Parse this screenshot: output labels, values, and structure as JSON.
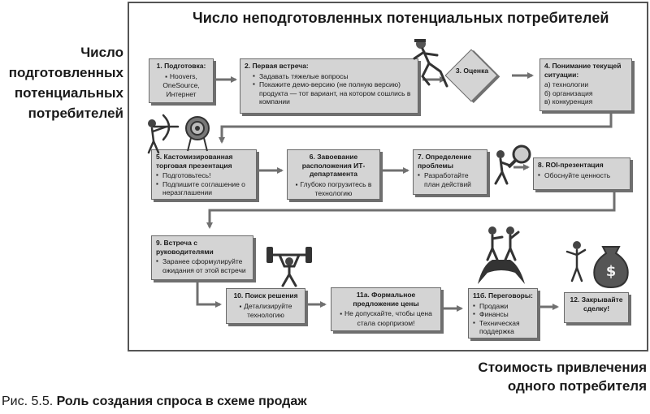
{
  "titles": {
    "top": "Число неподготовленных потенциальных потребителей",
    "left": [
      "Число",
      "подготовленных",
      "потенциальных",
      "потребителей"
    ],
    "bottom": [
      "Стоимость привлечения",
      "одного потребителя"
    ]
  },
  "caption": {
    "prefix": "Рис. 5.5.",
    "text": "Роль создания спроса в схеме продаж"
  },
  "steps": {
    "s1": {
      "title": "1. Подготовка:",
      "items": [
        "Hoovers, OneSource, Интернет"
      ]
    },
    "s2": {
      "title": "2. Первая встреча:",
      "items": [
        "Задавать тяжелые вопросы",
        "Покажите демо-версию (не полную версию) продукта — тот вариант, на котором сошлись в компании"
      ]
    },
    "s3": {
      "title": "3. Оценка"
    },
    "s4": {
      "title": "4. Понимание текущей ситуации:",
      "lines": [
        "а) технологии",
        "б) организация",
        "в) конкуренция"
      ]
    },
    "s5": {
      "title": "5. Кастомизированная торговая презентация",
      "items": [
        "Подготовьтесь!",
        "Подпишите соглашение о неразглашении"
      ]
    },
    "s6": {
      "title": "6. Завоевание расположения ИТ-департамента",
      "items": [
        "Глубоко погрузитесь в технологию"
      ]
    },
    "s7": {
      "title": "7. Определение проблемы",
      "items": [
        "Разработайте план действий"
      ]
    },
    "s8": {
      "title": "8. ROI-презентация",
      "items": [
        "Обоснуйте ценность"
      ]
    },
    "s9": {
      "title": "9. Встреча с руководителями",
      "items": [
        "Заранее сформулируйте ожидания от этой встречи"
      ]
    },
    "s10": {
      "title": "10. Поиск решения",
      "items": [
        "Детализируйте технологию"
      ]
    },
    "s11a": {
      "title": "11а. Формальное предложение цены",
      "items": [
        "Не допускайте, чтобы цена стала сюрпризом!"
      ]
    },
    "s11b": {
      "title": "11б. Переговоры:",
      "items": [
        "Продажи",
        "Финансы",
        "Техническая поддержка"
      ]
    },
    "s12": {
      "title": "12. Закрывайте сделку!"
    }
  },
  "illustrations": [
    "walking-man",
    "archer-target",
    "magnifier-man",
    "weightlifter",
    "mountain-climbers",
    "money-bag-man"
  ],
  "colors": {
    "box_fill": "#d4d4d4",
    "box_shadow": "#6f6f6f",
    "arrow": "#707070"
  }
}
